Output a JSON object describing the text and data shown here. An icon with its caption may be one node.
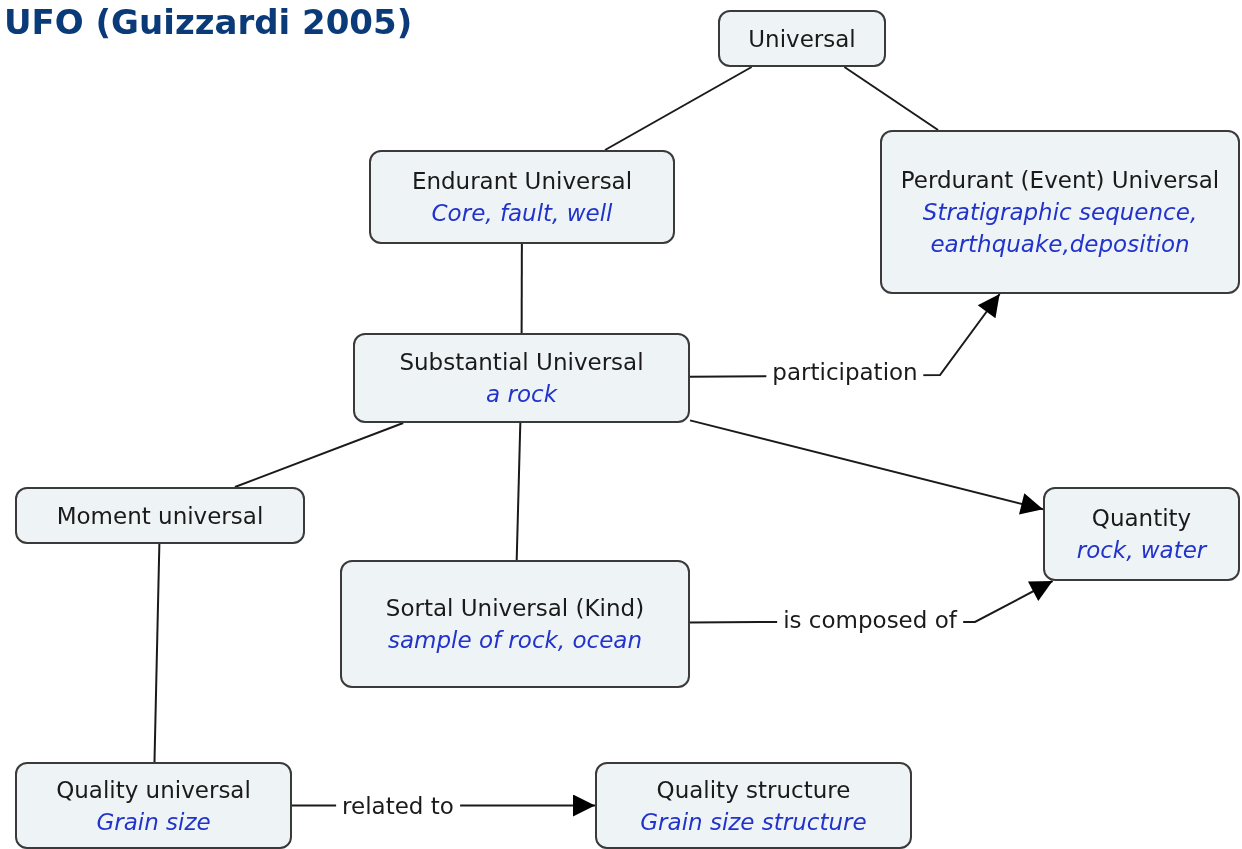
{
  "diagram": {
    "title": "UFO (Guizzardi 2005)",
    "nodes": [
      {
        "text": [
          "Universal"
        ]
      },
      {
        "text": [
          "Endurant Universal",
          "Core, fault, well"
        ]
      },
      {
        "text": [
          "Perdurant (Event) Universal",
          "Stratigraphic sequence, earthquake,deposition"
        ]
      },
      {
        "text": [
          "Substantial Universal",
          "a rock"
        ]
      },
      {
        "text": [
          "Moment universal"
        ]
      },
      {
        "text": [
          "Quantity",
          "rock, water"
        ]
      },
      {
        "text": [
          "Sortal Universal (Kind)",
          "sample of rock, ocean"
        ]
      },
      {
        "text": [
          "Quality universal",
          "Grain size"
        ]
      },
      {
        "text": [
          "Quality structure",
          "Grain size structure"
        ]
      }
    ],
    "edges": [
      {
        "from": 0,
        "to": 1,
        "arrow": "none"
      },
      {
        "from": 0,
        "to": 2,
        "arrow": "none"
      },
      {
        "from": 1,
        "to": 3,
        "arrow": "none"
      },
      {
        "from": 3,
        "to": 2,
        "arrow": "to",
        "label": "participation"
      },
      {
        "from": 3,
        "to": 5,
        "arrow": "to"
      },
      {
        "from": 3,
        "to": 4,
        "arrow": "none"
      },
      {
        "from": 3,
        "to": 6,
        "arrow": "none"
      },
      {
        "from": 6,
        "to": 5,
        "arrow": "to",
        "label": "is composed of"
      },
      {
        "from": 4,
        "to": 7,
        "arrow": "none"
      },
      {
        "from": 7,
        "to": 8,
        "arrow": "to",
        "label": "related to"
      }
    ]
  }
}
